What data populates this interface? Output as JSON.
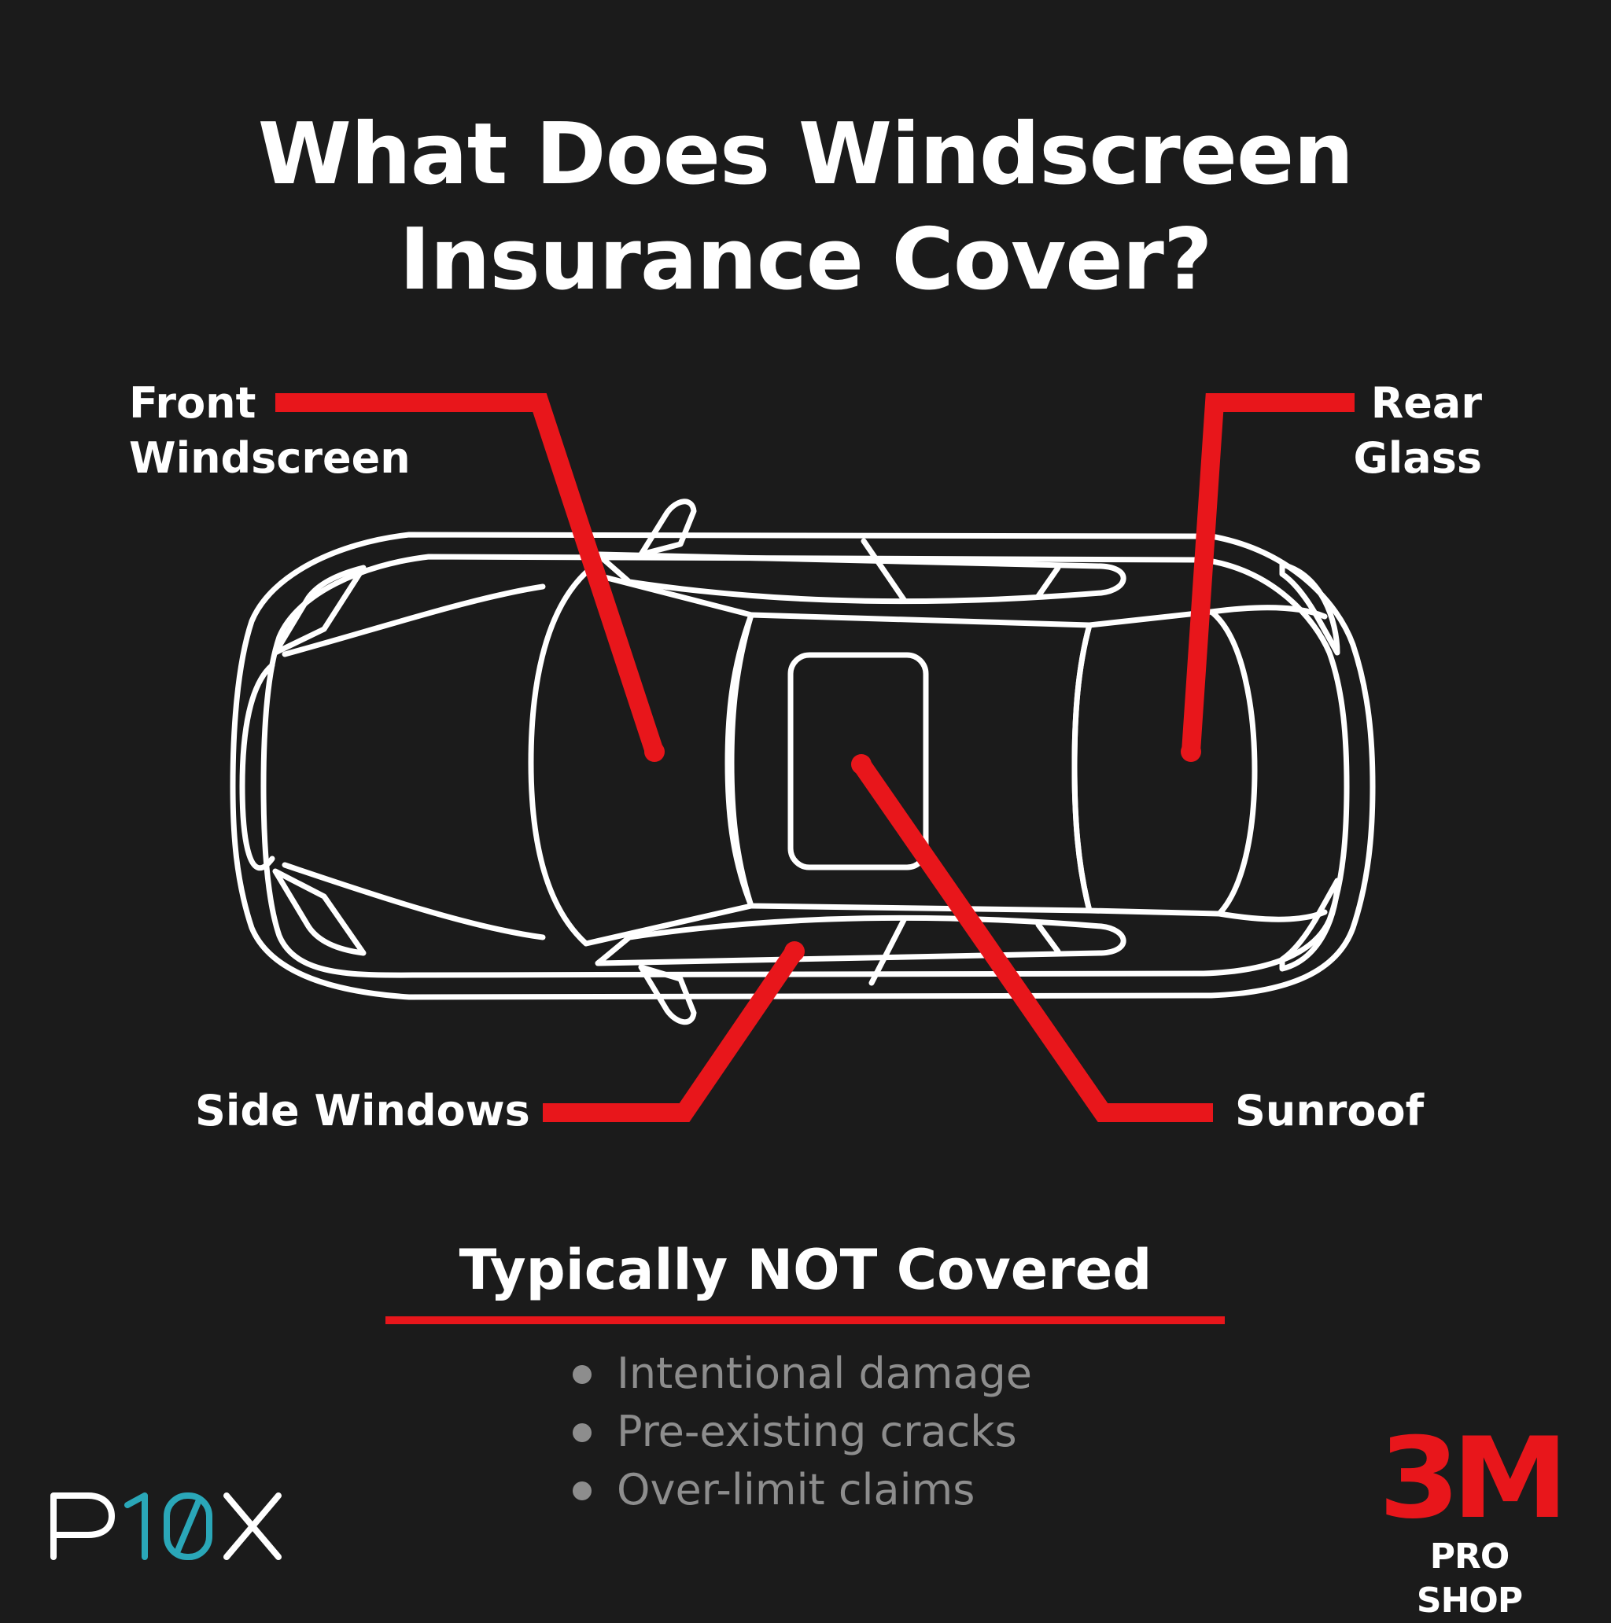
{
  "title": {
    "line1": "What Does Windscreen",
    "line2": "Insurance Cover?"
  },
  "callouts": {
    "front": {
      "line1": "Front",
      "line2": "Windscreen"
    },
    "rear": {
      "line1": "Rear",
      "line2": "Glass"
    },
    "side": {
      "label": "Side Windows"
    },
    "sunroof": {
      "label": "Sunroof"
    }
  },
  "not_covered": {
    "heading": "Typically NOT Covered",
    "items": [
      "Intentional damage",
      "Pre-existing cracks",
      "Over-limit claims"
    ]
  },
  "logos": {
    "p10x": {
      "letters": [
        "P",
        "1",
        "0",
        "X"
      ]
    },
    "brand": {
      "mark": "3M",
      "subtitle": "PRO SHOP"
    }
  },
  "colors": {
    "background": "#1b1b1b",
    "accent_red": "#e8161b",
    "outline": "#ffffff",
    "muted_text": "#8d8d8d",
    "logo_teal": "#2aa7b8"
  }
}
